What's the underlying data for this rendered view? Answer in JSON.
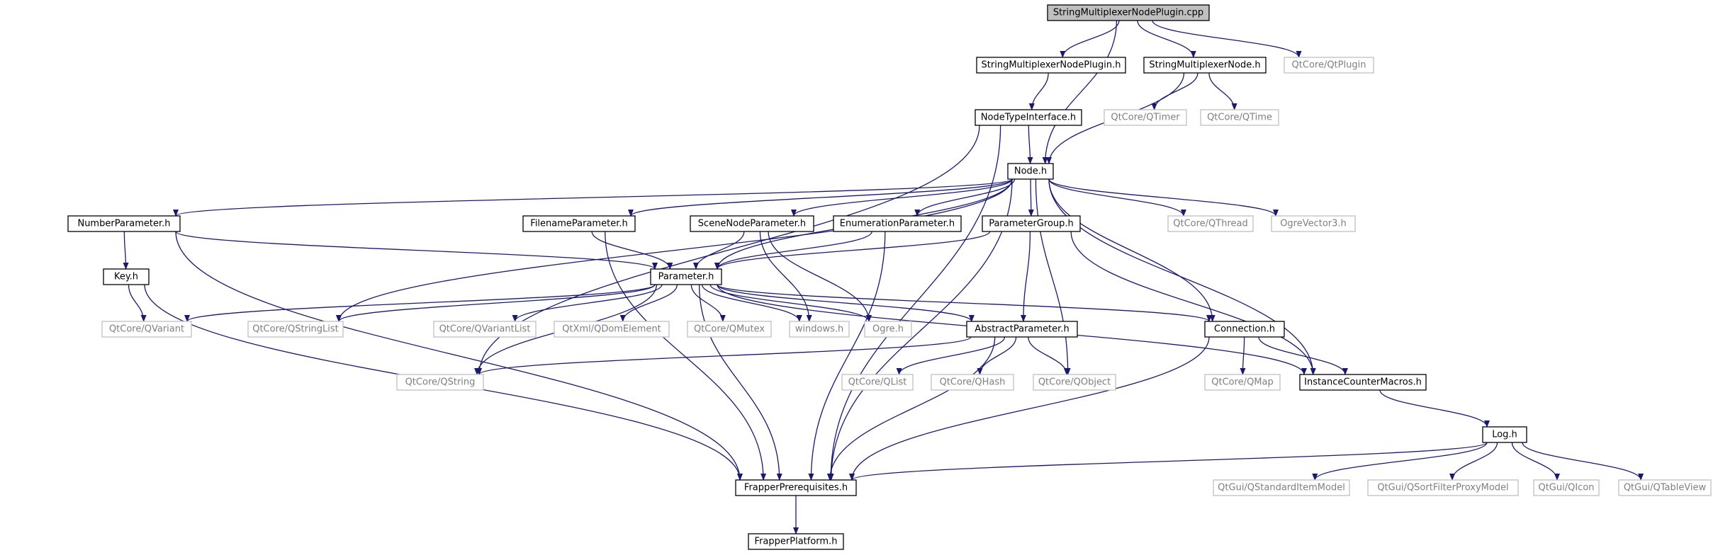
{
  "graph": {
    "colors": {
      "edge": "#191970",
      "internal_border": "#000000",
      "external_border": "#bfbfbf",
      "root_fill": "#bfbfbf",
      "external_text": "#7f7f7f"
    },
    "nodes": [
      {
        "id": "n_root",
        "label": "StringMultiplexerNodePlugin.cpp",
        "kind": "root"
      },
      {
        "id": "n_plugin_h",
        "label": "StringMultiplexerNodePlugin.h",
        "kind": "internal"
      },
      {
        "id": "n_smnode_h",
        "label": "StringMultiplexerNode.h",
        "kind": "internal"
      },
      {
        "id": "n_qtplugin",
        "label": "QtCore/QtPlugin",
        "kind": "external"
      },
      {
        "id": "n_nti",
        "label": "NodeTypeInterface.h",
        "kind": "internal"
      },
      {
        "id": "n_qtimer",
        "label": "QtCore/QTimer",
        "kind": "external"
      },
      {
        "id": "n_qtime",
        "label": "QtCore/QTime",
        "kind": "external"
      },
      {
        "id": "n_node",
        "label": "Node.h",
        "kind": "internal"
      },
      {
        "id": "n_numparam",
        "label": "NumberParameter.h",
        "kind": "internal"
      },
      {
        "id": "n_fileparam",
        "label": "FilenameParameter.h",
        "kind": "internal"
      },
      {
        "id": "n_sceneparam",
        "label": "SceneNodeParameter.h",
        "kind": "internal"
      },
      {
        "id": "n_enumparam",
        "label": "EnumerationParameter.h",
        "kind": "internal"
      },
      {
        "id": "n_paramgroup",
        "label": "ParameterGroup.h",
        "kind": "internal"
      },
      {
        "id": "n_qthread",
        "label": "QtCore/QThread",
        "kind": "external"
      },
      {
        "id": "n_ogrevec",
        "label": "OgreVector3.h",
        "kind": "external"
      },
      {
        "id": "n_key",
        "label": "Key.h",
        "kind": "internal"
      },
      {
        "id": "n_param",
        "label": "Parameter.h",
        "kind": "internal"
      },
      {
        "id": "n_qvariant",
        "label": "QtCore/QVariant",
        "kind": "external"
      },
      {
        "id": "n_qstringlist",
        "label": "QtCore/QStringList",
        "kind": "external"
      },
      {
        "id": "n_qvariantlist",
        "label": "QtCore/QVariantList",
        "kind": "external"
      },
      {
        "id": "n_qdom",
        "label": "QtXml/QDomElement",
        "kind": "external"
      },
      {
        "id": "n_qmutex",
        "label": "QtCore/QMutex",
        "kind": "external"
      },
      {
        "id": "n_windows",
        "label": "windows.h",
        "kind": "external"
      },
      {
        "id": "n_ogre",
        "label": "Ogre.h",
        "kind": "external"
      },
      {
        "id": "n_absparam",
        "label": "AbstractParameter.h",
        "kind": "internal"
      },
      {
        "id": "n_connection",
        "label": "Connection.h",
        "kind": "internal"
      },
      {
        "id": "n_qstring",
        "label": "QtCore/QString",
        "kind": "external"
      },
      {
        "id": "n_qlist",
        "label": "QtCore/QList",
        "kind": "external"
      },
      {
        "id": "n_qhash",
        "label": "QtCore/QHash",
        "kind": "external"
      },
      {
        "id": "n_qobject",
        "label": "QtCore/QObject",
        "kind": "external"
      },
      {
        "id": "n_qmap",
        "label": "QtCore/QMap",
        "kind": "external"
      },
      {
        "id": "n_icm",
        "label": "InstanceCounterMacros.h",
        "kind": "internal"
      },
      {
        "id": "n_log",
        "label": "Log.h",
        "kind": "internal"
      },
      {
        "id": "n_fprereq",
        "label": "FrapperPrerequisites.h",
        "kind": "internal"
      },
      {
        "id": "n_qsim",
        "label": "QtGui/QStandardItemModel",
        "kind": "external"
      },
      {
        "id": "n_qsfpm",
        "label": "QtGui/QSortFilterProxyModel",
        "kind": "external"
      },
      {
        "id": "n_qicon",
        "label": "QtGui/QIcon",
        "kind": "external"
      },
      {
        "id": "n_qtableview",
        "label": "QtGui/QTableView",
        "kind": "external"
      },
      {
        "id": "n_fplatform",
        "label": "FrapperPlatform.h",
        "kind": "internal"
      }
    ],
    "edges": [
      [
        "n_root",
        "n_plugin_h"
      ],
      [
        "n_root",
        "n_smnode_h"
      ],
      [
        "n_root",
        "n_qtplugin"
      ],
      [
        "n_root",
        "n_node"
      ],
      [
        "n_plugin_h",
        "n_nti"
      ],
      [
        "n_smnode_h",
        "n_qtimer"
      ],
      [
        "n_smnode_h",
        "n_qtime"
      ],
      [
        "n_smnode_h",
        "n_node"
      ],
      [
        "n_nti",
        "n_node"
      ],
      [
        "n_nti",
        "n_qstring"
      ],
      [
        "n_nti",
        "n_fprereq"
      ],
      [
        "n_node",
        "n_numparam"
      ],
      [
        "n_node",
        "n_fileparam"
      ],
      [
        "n_node",
        "n_sceneparam"
      ],
      [
        "n_node",
        "n_enumparam"
      ],
      [
        "n_node",
        "n_paramgroup"
      ],
      [
        "n_node",
        "n_qthread"
      ],
      [
        "n_node",
        "n_ogrevec"
      ],
      [
        "n_node",
        "n_param"
      ],
      [
        "n_node",
        "n_qstringlist"
      ],
      [
        "n_node",
        "n_qobject"
      ],
      [
        "n_node",
        "n_connection"
      ],
      [
        "n_node",
        "n_icm"
      ],
      [
        "n_node",
        "n_fprereq"
      ],
      [
        "n_numparam",
        "n_key"
      ],
      [
        "n_numparam",
        "n_param"
      ],
      [
        "n_numparam",
        "n_fprereq"
      ],
      [
        "n_fileparam",
        "n_param"
      ],
      [
        "n_fileparam",
        "n_fprereq"
      ],
      [
        "n_sceneparam",
        "n_param"
      ],
      [
        "n_sceneparam",
        "n_windows"
      ],
      [
        "n_sceneparam",
        "n_ogre"
      ],
      [
        "n_enumparam",
        "n_param"
      ],
      [
        "n_enumparam",
        "n_fprereq"
      ],
      [
        "n_paramgroup",
        "n_param"
      ],
      [
        "n_paramgroup",
        "n_absparam"
      ],
      [
        "n_paramgroup",
        "n_icm"
      ],
      [
        "n_key",
        "n_qvariant"
      ],
      [
        "n_key",
        "n_fprereq"
      ],
      [
        "n_param",
        "n_qvariant"
      ],
      [
        "n_param",
        "n_qstringlist"
      ],
      [
        "n_param",
        "n_qvariantlist"
      ],
      [
        "n_param",
        "n_qdom"
      ],
      [
        "n_param",
        "n_qmutex"
      ],
      [
        "n_param",
        "n_windows"
      ],
      [
        "n_param",
        "n_ogre"
      ],
      [
        "n_param",
        "n_absparam"
      ],
      [
        "n_param",
        "n_connection"
      ],
      [
        "n_param",
        "n_qstring"
      ],
      [
        "n_param",
        "n_icm"
      ],
      [
        "n_param",
        "n_fprereq"
      ],
      [
        "n_absparam",
        "n_qstring"
      ],
      [
        "n_absparam",
        "n_qlist"
      ],
      [
        "n_absparam",
        "n_qhash"
      ],
      [
        "n_absparam",
        "n_qobject"
      ],
      [
        "n_absparam",
        "n_fprereq"
      ],
      [
        "n_connection",
        "n_qmap"
      ],
      [
        "n_connection",
        "n_icm"
      ],
      [
        "n_connection",
        "n_fprereq"
      ],
      [
        "n_icm",
        "n_log"
      ],
      [
        "n_log",
        "n_fprereq"
      ],
      [
        "n_log",
        "n_qsim"
      ],
      [
        "n_log",
        "n_qsfpm"
      ],
      [
        "n_log",
        "n_qicon"
      ],
      [
        "n_log",
        "n_qtableview"
      ],
      [
        "n_fprereq",
        "n_fplatform"
      ]
    ]
  }
}
